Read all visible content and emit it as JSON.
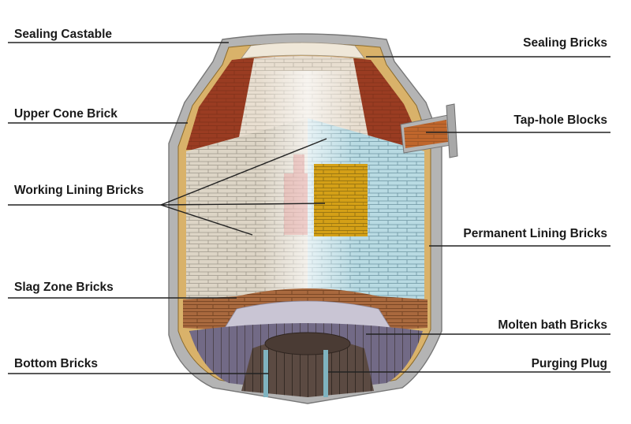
{
  "labels": {
    "left": [
      "Sealing Castable",
      "Upper Cone Brick",
      "Working Lining Bricks",
      "Slag Zone Bricks",
      "Bottom Bricks"
    ],
    "right": [
      "Sealing Bricks",
      "Tap-hole Blocks",
      "Permanent Lining Bricks",
      "Molten bath Bricks",
      "Purging Plug"
    ]
  },
  "colors": {
    "shell": "#b4b4b4",
    "permanent_lining": "#d9b26a",
    "upper_cone": "#9a3c22",
    "working_lining": "#ddd5c6",
    "working_lining_right": "#b9dbe3",
    "slag_zone": "#a9693e",
    "molten_bath": "#c9c5d4",
    "bottom": "#5b4a42",
    "taphole": "#c0662c",
    "inner_face": "#d4a017",
    "leader": "#222222"
  }
}
